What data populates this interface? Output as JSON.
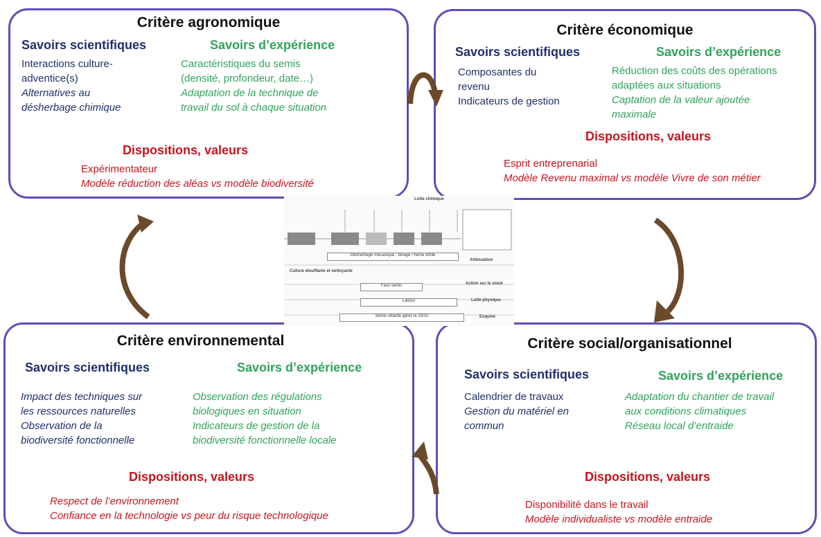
{
  "colors": {
    "border": "#5b4fb8",
    "scientific": "#1f2f6b",
    "experience": "#2fa35a",
    "dispositions": "#c8141e",
    "arrow": "#6b4a2a"
  },
  "agronomique": {
    "title": "Critère agronomique",
    "sci_head": "Savoirs scientifiques",
    "sci_1": "Interactions culture-",
    "sci_2": "adventice(s)",
    "sci_3": "Alternatives au",
    "sci_4": "désherbage chimique",
    "exp_head": "Savoirs d’expérience",
    "exp_1": "Caractéristiques du semis",
    "exp_2": "(densité, profondeur, date…)",
    "exp_3": "Adaptation de la technique de",
    "exp_4": "travail du sol à chaque situation",
    "disp_head": "Dispositions, valeurs",
    "disp_1": "Expérimentateur",
    "disp_2": "Modèle réduction des aléas vs modèle biodiversité"
  },
  "economique": {
    "title": "Critère économique",
    "sci_head": "Savoirs scientifiques",
    "sci_1": "Composantes du",
    "sci_2": "revenu",
    "sci_3": "Indicateurs de gestion",
    "exp_head": "Savoirs d’expérience",
    "exp_1": "Réduction des coûts des opérations",
    "exp_2": "adaptées aux situations",
    "exp_3": "Captation de la valeur ajoutée",
    "exp_4": "maximale",
    "disp_head": "Dispositions, valeurs",
    "disp_1": "Esprit entreprenarial",
    "disp_2": "Modèle Revenu maximal vs modèle Vivre de son métier"
  },
  "environnemental": {
    "title": "Critère environnemental",
    "sci_head": "Savoirs scientifiques",
    "sci_1": "Impact des techniques sur",
    "sci_2": "les ressources naturelles",
    "sci_3": "Observation de la",
    "sci_4": "biodiversité fonctionnelle",
    "exp_head": "Savoirs d’expérience",
    "exp_1": "Observation des régulations",
    "exp_2": "biologiques en situation",
    "exp_3": "Indicateurs de gestion de la",
    "exp_4": "biodiversité fonctionnelle locale",
    "disp_head": "Dispositions, valeurs",
    "disp_1": "Respect de l’environnement",
    "disp_2": "Confiance en la technologie vs peur du risque technologique"
  },
  "social": {
    "title": "Critère social/organisationnel",
    "sci_head": "Savoirs scientifiques",
    "sci_1": "Calendrier de travaux",
    "sci_2": "Gestion du matériel en",
    "sci_3": "commun",
    "exp_head": "Savoirs d’expérience",
    "exp_1": "Adaptation du chantier de travail",
    "exp_2": "aux conditions climatiques",
    "exp_3": "Réseau local d’entraide",
    "disp_head": "Dispositions, valeurs",
    "disp_1": "Disponibilité dans le travail",
    "disp_2": "Modèle individualiste vs modèle entraide"
  },
  "flow": {
    "top_label": "Lutte chimique",
    "bar_1": "Désherbage mécanique : binage / herse étrille",
    "bar_2": "Culture étouffante et nettoyante",
    "bar_3": "Faux semis",
    "bar_4": "Labour",
    "bar_5": "Semis retardé après le 25/10",
    "side_1": "Atténuation",
    "side_2": "Action sur le stock",
    "side_3": "Lutte physique",
    "side_4": "Esquive"
  }
}
